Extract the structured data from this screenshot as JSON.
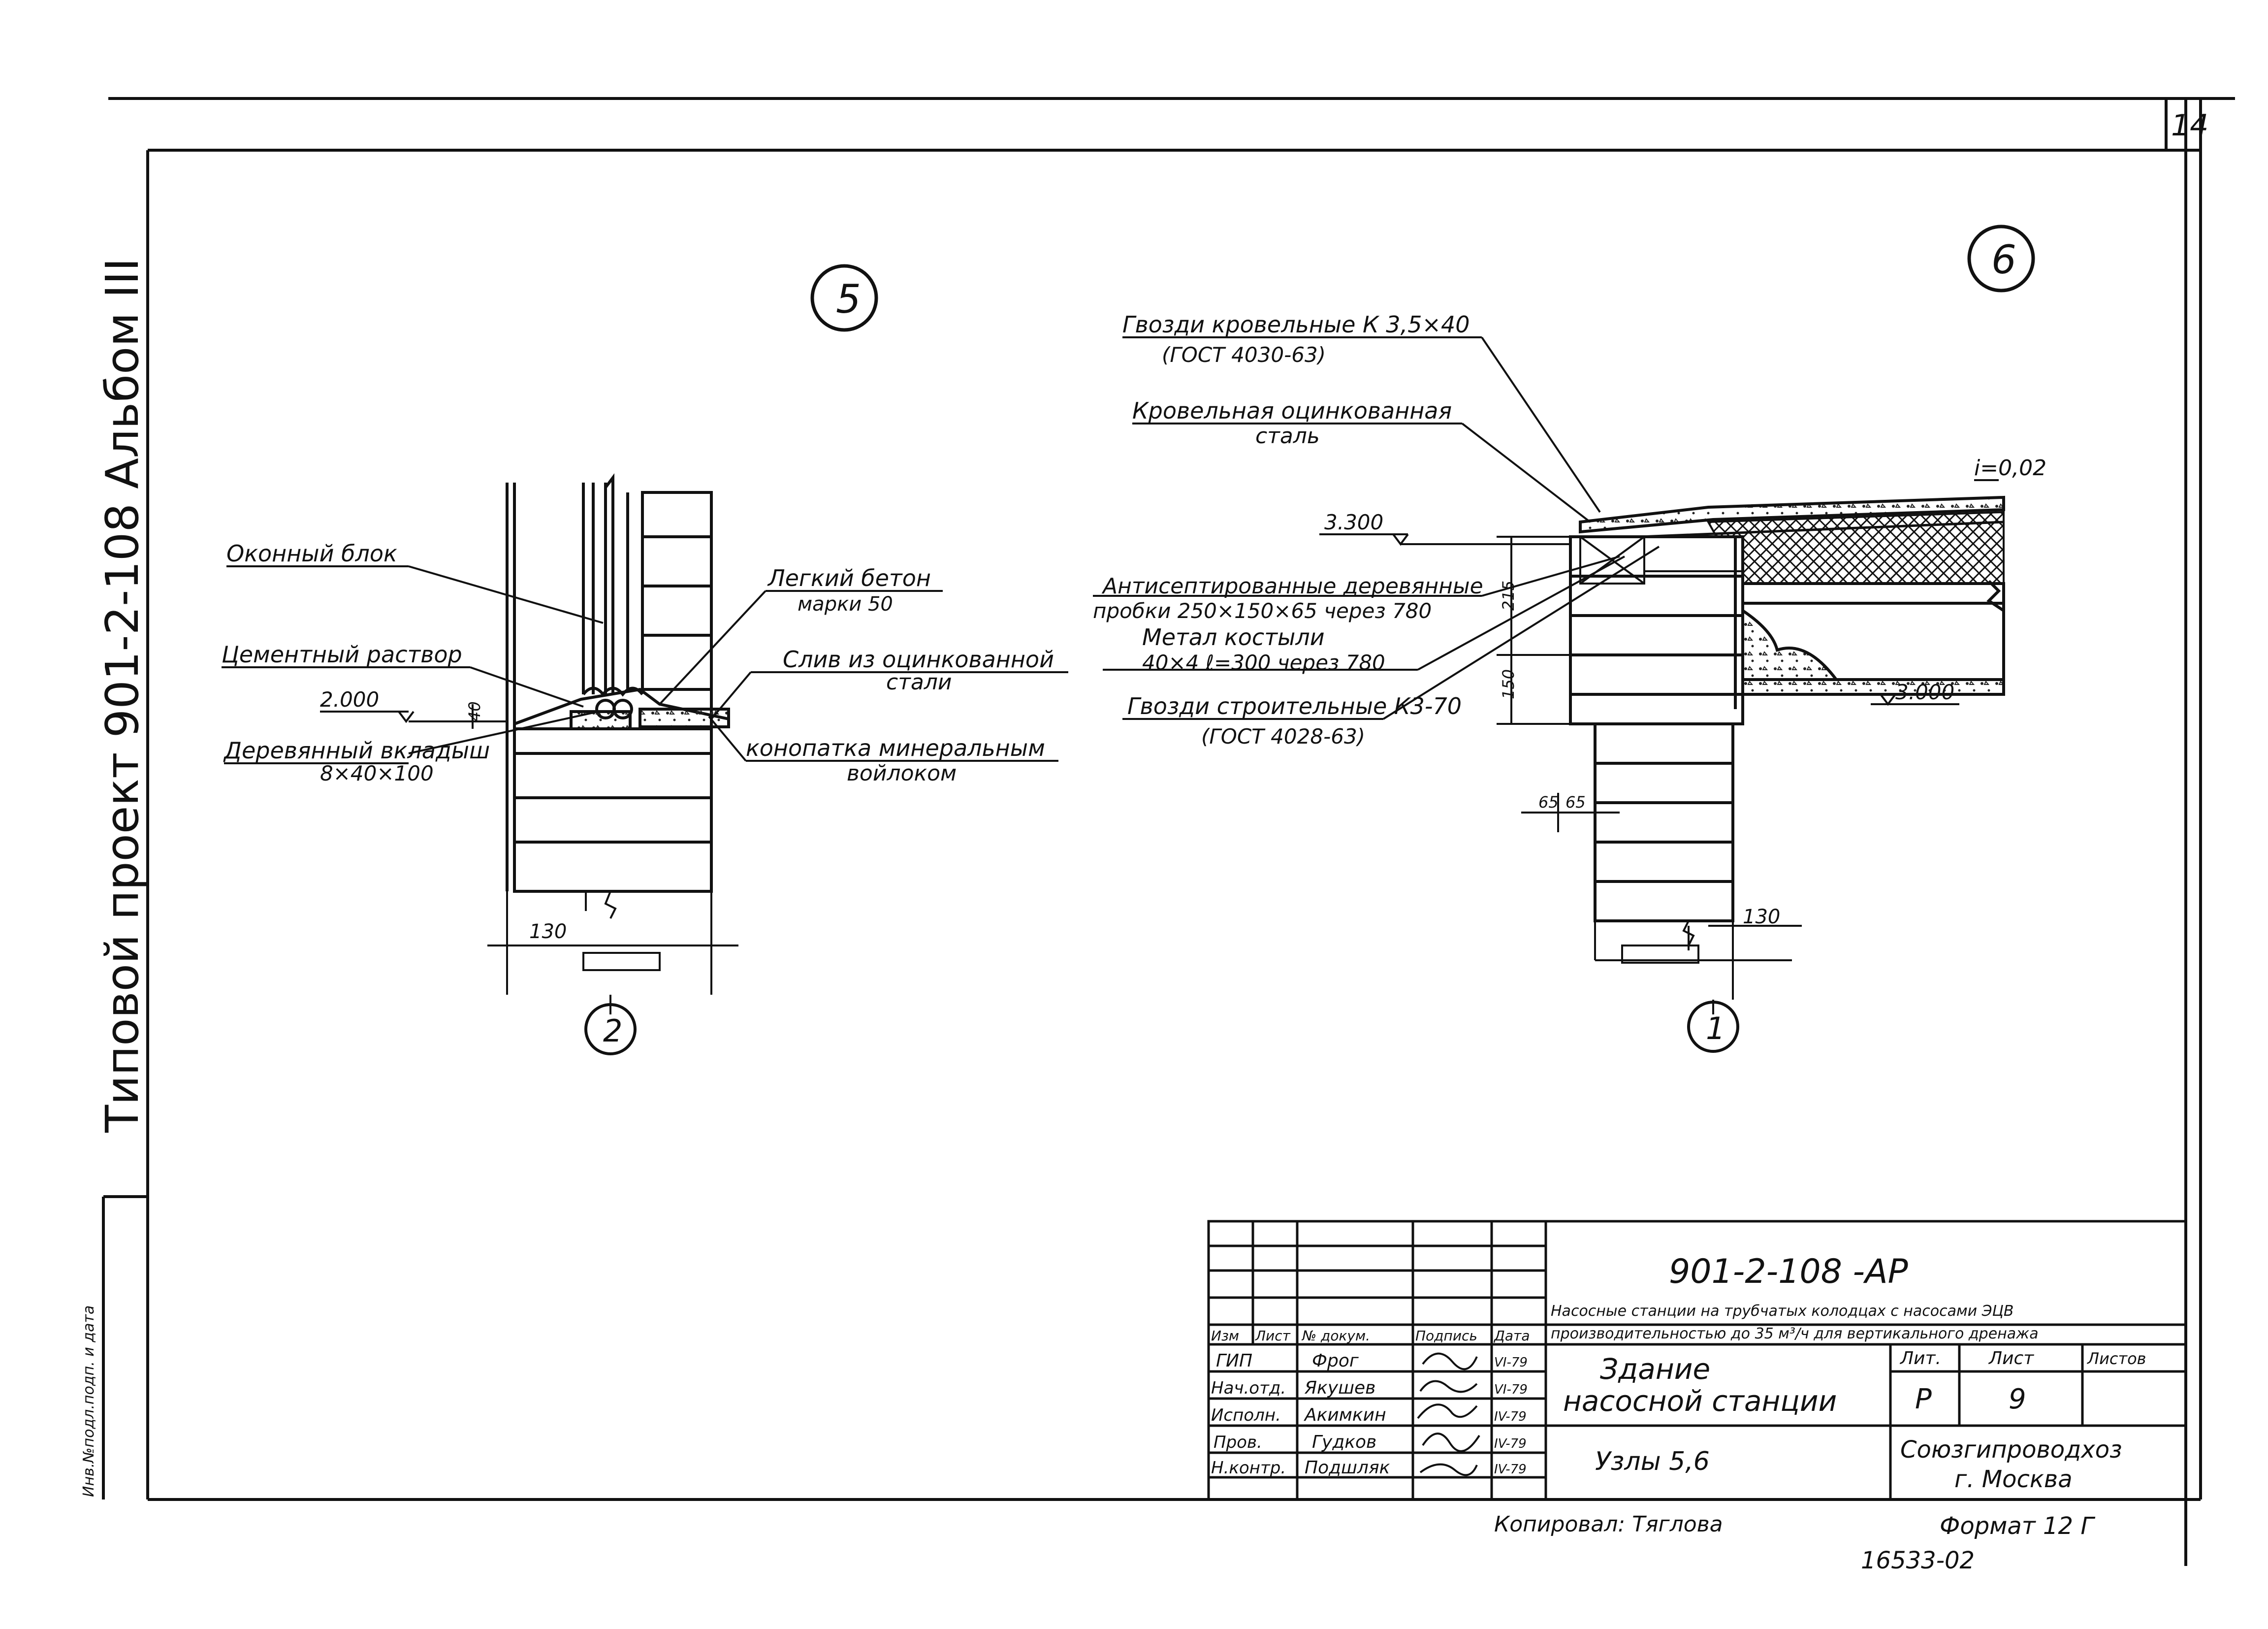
{
  "sheet": {
    "page_number": "14",
    "side_title": "Типовой проект  901-2-108  Альбом III",
    "side_stamp": "Инв.№подл.подп. и дата"
  },
  "detail_5": {
    "marker": "5",
    "axis": "2",
    "labels": {
      "window_block": "Оконный блок",
      "cement_mortar": "Цементный раствор",
      "level": "2.000",
      "wood_insert": "Деревянный вкладыш",
      "wood_insert_size": "8×40×100",
      "light_concrete": "Легкий бетон",
      "light_concrete_grade": "марки 50",
      "drip": "Слив из оцинкованной",
      "drip_2": "стали",
      "caulk": "конопатка минеральным",
      "caulk_2": "войлоком",
      "dim_40": "40",
      "dim_130": "130"
    }
  },
  "detail_6": {
    "marker": "6",
    "axis": "1",
    "labels": {
      "nails_roof": "Гвозди кровельные К 3,5×40",
      "nails_roof_gost": "(ГОСТ 4030-63)",
      "roof_steel": "Кровельная оцинкованная",
      "roof_steel_2": "сталь",
      "slope": "i=0,02",
      "level_top": "3.300",
      "antiseptic": "Антисептированные деревянные",
      "antiseptic_2": "пробки 250×150×65 через 780",
      "metal": "Метал    костыли",
      "metal_2": "40×4  ℓ=300  через 780",
      "nails_build": "Гвозди строительные К3-70",
      "nails_build_gost": "(ГОСТ 4028-63)",
      "level_bottom": "3.000",
      "dim_215": "215",
      "dim_150": "150",
      "dim_65a": "65",
      "dim_65b": "65",
      "dim_130": "130"
    }
  },
  "title_block": {
    "doc_code": "901-2-108   -АР",
    "project_desc_1": "Насосные станции на трубчатых колодцах с насосами ЭЦВ",
    "project_desc_2": "производительностью до 35 м³/ч для вертикального дренажа",
    "headers": [
      "Изм",
      "Лист",
      "№ докум.",
      "Подпись",
      "Дата"
    ],
    "rows": [
      {
        "role": "ГИП",
        "name": "Фрог",
        "date": "VI-79"
      },
      {
        "role": "Нач.отд.",
        "name": "Якушев",
        "date": "VI-79"
      },
      {
        "role": "Исполн.",
        "name": "Акимкин",
        "date": "IV-79"
      },
      {
        "role": "Пров.",
        "name": "Гудков",
        "date": "IV-79"
      },
      {
        "role": "Н.контр.",
        "name": "Подшляк",
        "date": "IV-79"
      }
    ],
    "building_1": "Здание",
    "building_2": "насосной станции",
    "sheet_title": "Узлы  5,6",
    "lit_header": "Лит.",
    "list_header": "Лист",
    "lists_header": "Листов",
    "lit_value": "Р",
    "list_value": "9",
    "org_1": "Союзгипроводхоз",
    "org_2": "г. Москва"
  },
  "footer": {
    "copied": "Копировал: Тяглова",
    "format": "Формат 12 Г",
    "archive": "16533-02"
  }
}
